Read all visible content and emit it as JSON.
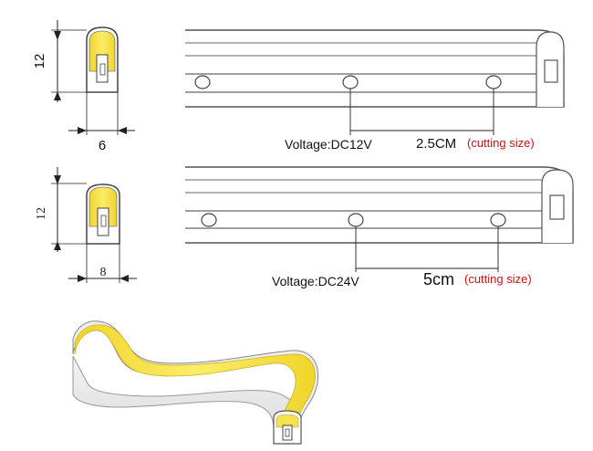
{
  "diagram_1": {
    "height_dim": "12",
    "width_dim": "6",
    "voltage": "Voltage:DC12V",
    "cut_value": "2.5CM",
    "cut_note": "(cutting size)"
  },
  "diagram_2": {
    "height_dim": "12",
    "width_dim": "8",
    "voltage": "Voltage:DC24V",
    "cut_value": "5cm",
    "cut_note": "(cutting size)"
  },
  "colors": {
    "led_yellow": "#f6e24a",
    "outline": "#555555",
    "label_red": "#cc1111"
  }
}
